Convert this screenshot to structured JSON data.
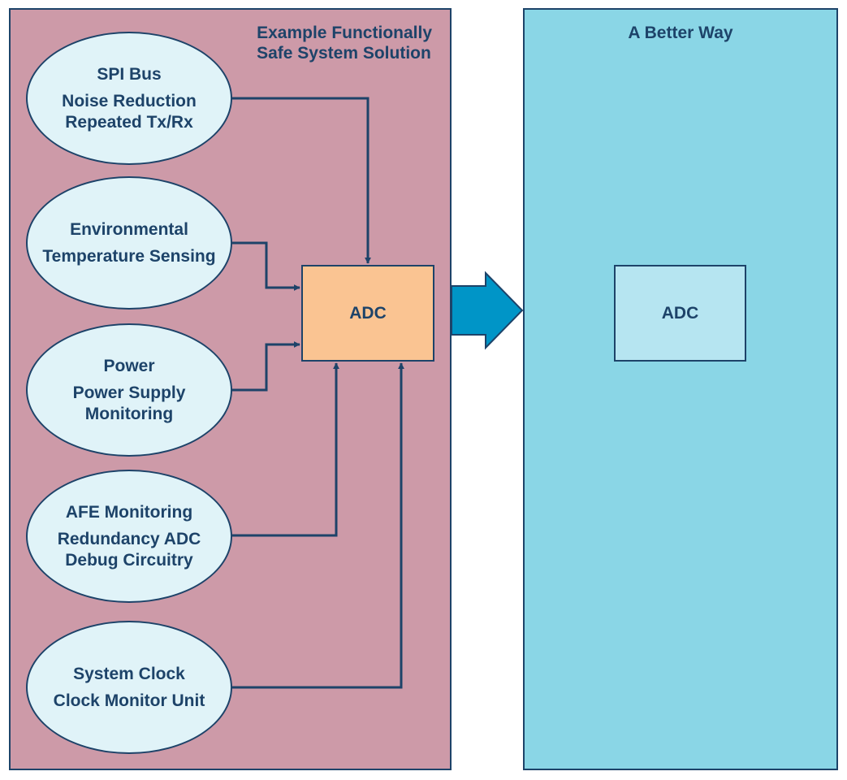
{
  "left_panel": {
    "title": "Example Functionally\nSafe System Solution",
    "nodes": [
      {
        "line1": "SPI Bus",
        "line2": "Noise Reduction\nRepeated Tx/Rx"
      },
      {
        "line1": "Environmental",
        "line2": "Temperature Sensing"
      },
      {
        "line1": "Power",
        "line2": "Power Supply\nMonitoring"
      },
      {
        "line1": "AFE Monitoring",
        "line2": "Redundancy ADC\nDebug Circuitry"
      },
      {
        "line1": "System Clock",
        "line2": "Clock Monitor Unit"
      }
    ],
    "adc_label": "ADC"
  },
  "right_panel": {
    "title": "A Better Way",
    "adc_label": "ADC"
  },
  "colors": {
    "outline": "#1d4369",
    "left_panel_fill": "#cd9aa8",
    "right_panel_fill": "#8ad6e6",
    "node_fill": "#e0f3f8",
    "left_adc_fill": "#fac492",
    "right_adc_fill": "#b6e5f1",
    "transition_arrow": "#0095c7"
  }
}
